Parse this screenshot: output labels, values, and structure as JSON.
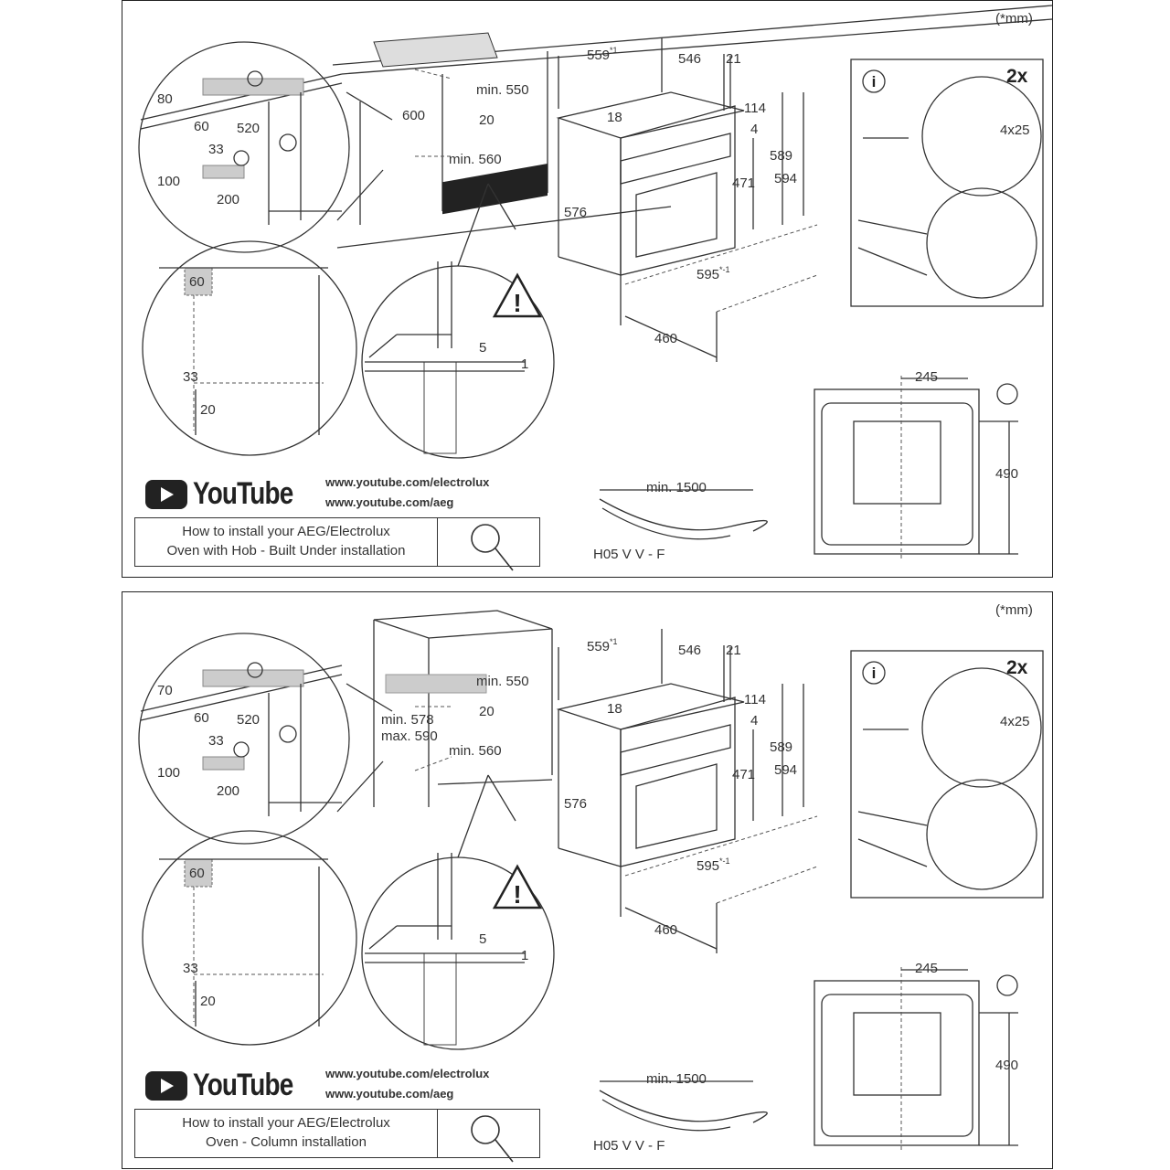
{
  "panels": [
    {
      "title": "Built under installation",
      "units": "(*mm)",
      "cutout": {
        "a": "80",
        "b": "60",
        "c": "520",
        "d": "33",
        "e": "100",
        "f": "200"
      },
      "cabinet": {
        "height": "600",
        "height2": "",
        "depth": "min. 550",
        "gap": "20",
        "width": "min. 560"
      },
      "oven": {
        "w": "559",
        "w_sup": "*1",
        "d": "546",
        "t": "21",
        "top": "18",
        "h114": "114",
        "h4": "4",
        "h589": "589",
        "h594": "594",
        "h471": "471",
        "h576": "576",
        "w595": "595",
        "w595_sup": "*-1",
        "d460": "460"
      },
      "detail": {
        "a": "60",
        "b": "33",
        "c": "20"
      },
      "warning": {
        "a": "5",
        "b": "1"
      },
      "fixing": {
        "count": "2x",
        "screw": "4x25"
      },
      "topview": {
        "w": "245",
        "h": "490"
      },
      "cable": {
        "length": "min. 1500",
        "type": "H05 V V - F"
      },
      "youtube": {
        "logo": "YouTube",
        "url1": "www.youtube.com/electrolux",
        "url2": "www.youtube.com/aeg",
        "line1": "How to install your AEG/Electrolux",
        "line2": "Oven with Hob - Built Under installation"
      }
    },
    {
      "title": "Column installation",
      "units": "(*mm)",
      "cutout": {
        "a": "70",
        "b": "60",
        "c": "520",
        "d": "33",
        "e": "100",
        "f": "200"
      },
      "cabinet": {
        "height": "min. 578",
        "height2": "max. 590",
        "depth": "min. 550",
        "gap": "20",
        "width": "min. 560"
      },
      "oven": {
        "w": "559",
        "w_sup": "*1",
        "d": "546",
        "t": "21",
        "top": "18",
        "h114": "114",
        "h4": "4",
        "h589": "589",
        "h594": "594",
        "h471": "471",
        "h576": "576",
        "w595": "595",
        "w595_sup": "*-1",
        "d460": "460"
      },
      "detail": {
        "a": "60",
        "b": "33",
        "c": "20"
      },
      "warning": {
        "a": "5",
        "b": "1"
      },
      "fixing": {
        "count": "2x",
        "screw": "4x25"
      },
      "topview": {
        "w": "245",
        "h": "490"
      },
      "cable": {
        "length": "min. 1500",
        "type": "H05 V V - F"
      },
      "youtube": {
        "logo": "YouTube",
        "url1": "www.youtube.com/electrolux",
        "url2": "www.youtube.com/aeg",
        "line1": "How to install your AEG/Electrolux",
        "line2": "Oven - Column installation"
      }
    }
  ]
}
